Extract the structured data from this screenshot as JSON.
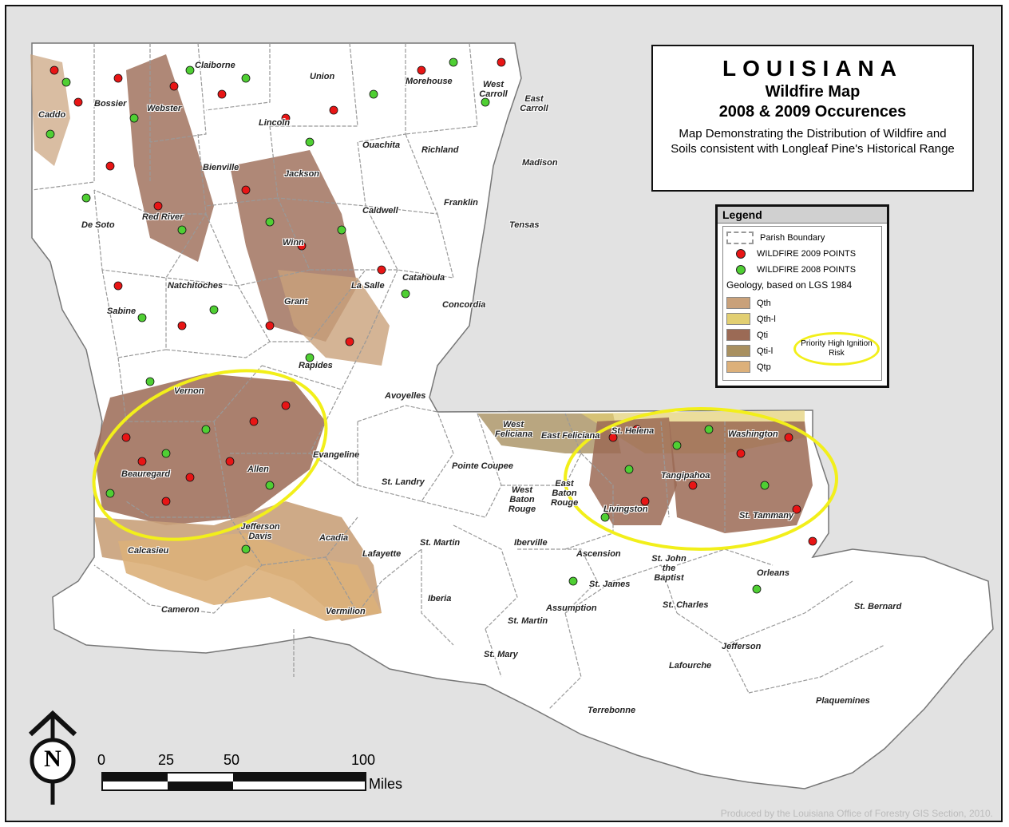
{
  "title": {
    "state": "LOUISIANA",
    "subtitle": "Wildfire Map",
    "years": "2008 & 2009 Occurences",
    "description": "Map Demonstrating the Distribution of Wildfire and Soils consistent with Longleaf Pine's Historical Range"
  },
  "legend": {
    "heading": "Legend",
    "parish_boundary": "Parish Boundary",
    "wildfire_2009": "WILDFIRE 2009 POINTS",
    "wildfire_2008": "WILDFIRE 2008 POINTS",
    "geology_heading": "Geology, based on LGS 1984",
    "geology": [
      {
        "label": "Qth",
        "color": "#c9a17a"
      },
      {
        "label": "Qth-l",
        "color": "#e2cf72"
      },
      {
        "label": "Qti",
        "color": "#9b6a55"
      },
      {
        "label": "Qti-l",
        "color": "#a89060"
      },
      {
        "label": "Qtp",
        "color": "#dcb07a"
      }
    ],
    "priority": "Priority High Ignition Risk"
  },
  "colors": {
    "wildfire_2009": "#e81515",
    "wildfire_2008": "#4fcf33",
    "priority_ring": "#f2ef1a",
    "land": "#ffffff",
    "water_background": "#e2e2e2"
  },
  "scale": {
    "ticks": [
      "0",
      "25",
      "50",
      "100"
    ],
    "unit": "Miles"
  },
  "north_symbol": "N",
  "credit": "Produced by the Louisiana Office of Forestry GIS Section, 2010.",
  "parishes": [
    "Caddo",
    "Bossier",
    "Webster",
    "Claiborne",
    "Union",
    "Morehouse",
    "West Carroll",
    "East Carroll",
    "Lincoln",
    "Ouachita",
    "Richland",
    "Madison",
    "Bienville",
    "Jackson",
    "De Soto",
    "Red River",
    "Caldwell",
    "Franklin",
    "Tensas",
    "Winn",
    "Natchitoches",
    "La Salle",
    "Catahoula",
    "Sabine",
    "Grant",
    "Concordia",
    "Rapides",
    "Vernon",
    "Avoyelles",
    "West Feliciana",
    "East Feliciana",
    "St. Helena",
    "Washington",
    "Beauregard",
    "Allen",
    "Evangeline",
    "St. Landry",
    "Pointe Coupee",
    "West Baton Rouge",
    "East Baton Rouge",
    "Tangipahoa",
    "Livingston",
    "St. Tammany",
    "Jefferson Davis",
    "Acadia",
    "Calcasieu",
    "Lafayette",
    "St. Martin",
    "Iberville",
    "Ascension",
    "St. John the Baptist",
    "Orleans",
    "St. James",
    "Iberia",
    "Assumption",
    "St. Charles",
    "St. Bernard",
    "Cameron",
    "Vermilion",
    "St. Mary",
    "Jefferson",
    "Lafourche",
    "Plaquemines",
    "Terrebonne"
  ]
}
